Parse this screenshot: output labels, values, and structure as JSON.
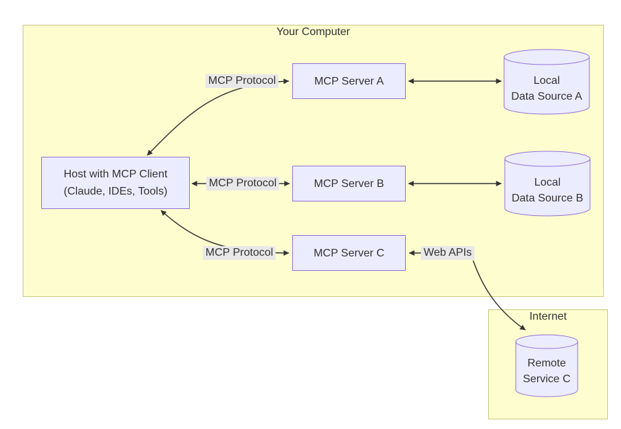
{
  "clusters": {
    "your_computer": {
      "label": "Your Computer"
    },
    "internet": {
      "label": "Internet"
    }
  },
  "nodes": {
    "host": {
      "line1": "Host with MCP Client",
      "line2": "(Claude, IDEs, Tools)"
    },
    "server_a": {
      "label": "MCP Server A"
    },
    "server_b": {
      "label": "MCP Server B"
    },
    "server_c": {
      "label": "MCP Server C"
    },
    "data_source_a": {
      "line1": "Local",
      "line2": "Data Source A"
    },
    "data_source_b": {
      "line1": "Local",
      "line2": "Data Source B"
    },
    "remote_service_c": {
      "line1": "Remote",
      "line2": "Service C"
    }
  },
  "edge_labels": {
    "mcp_protocol_a": "MCP Protocol",
    "mcp_protocol_b": "MCP Protocol",
    "mcp_protocol_c": "MCP Protocol",
    "web_apis": "Web APIs"
  },
  "colors": {
    "cluster_fill": "#fdfdcf",
    "cluster_border": "#c8c882",
    "node_fill": "#ECECFF",
    "node_border": "#9370DB",
    "edge_stroke": "#333333",
    "edge_label_bg": "#e8e8e8",
    "text": "#333333",
    "page_bg": "#ffffff"
  }
}
